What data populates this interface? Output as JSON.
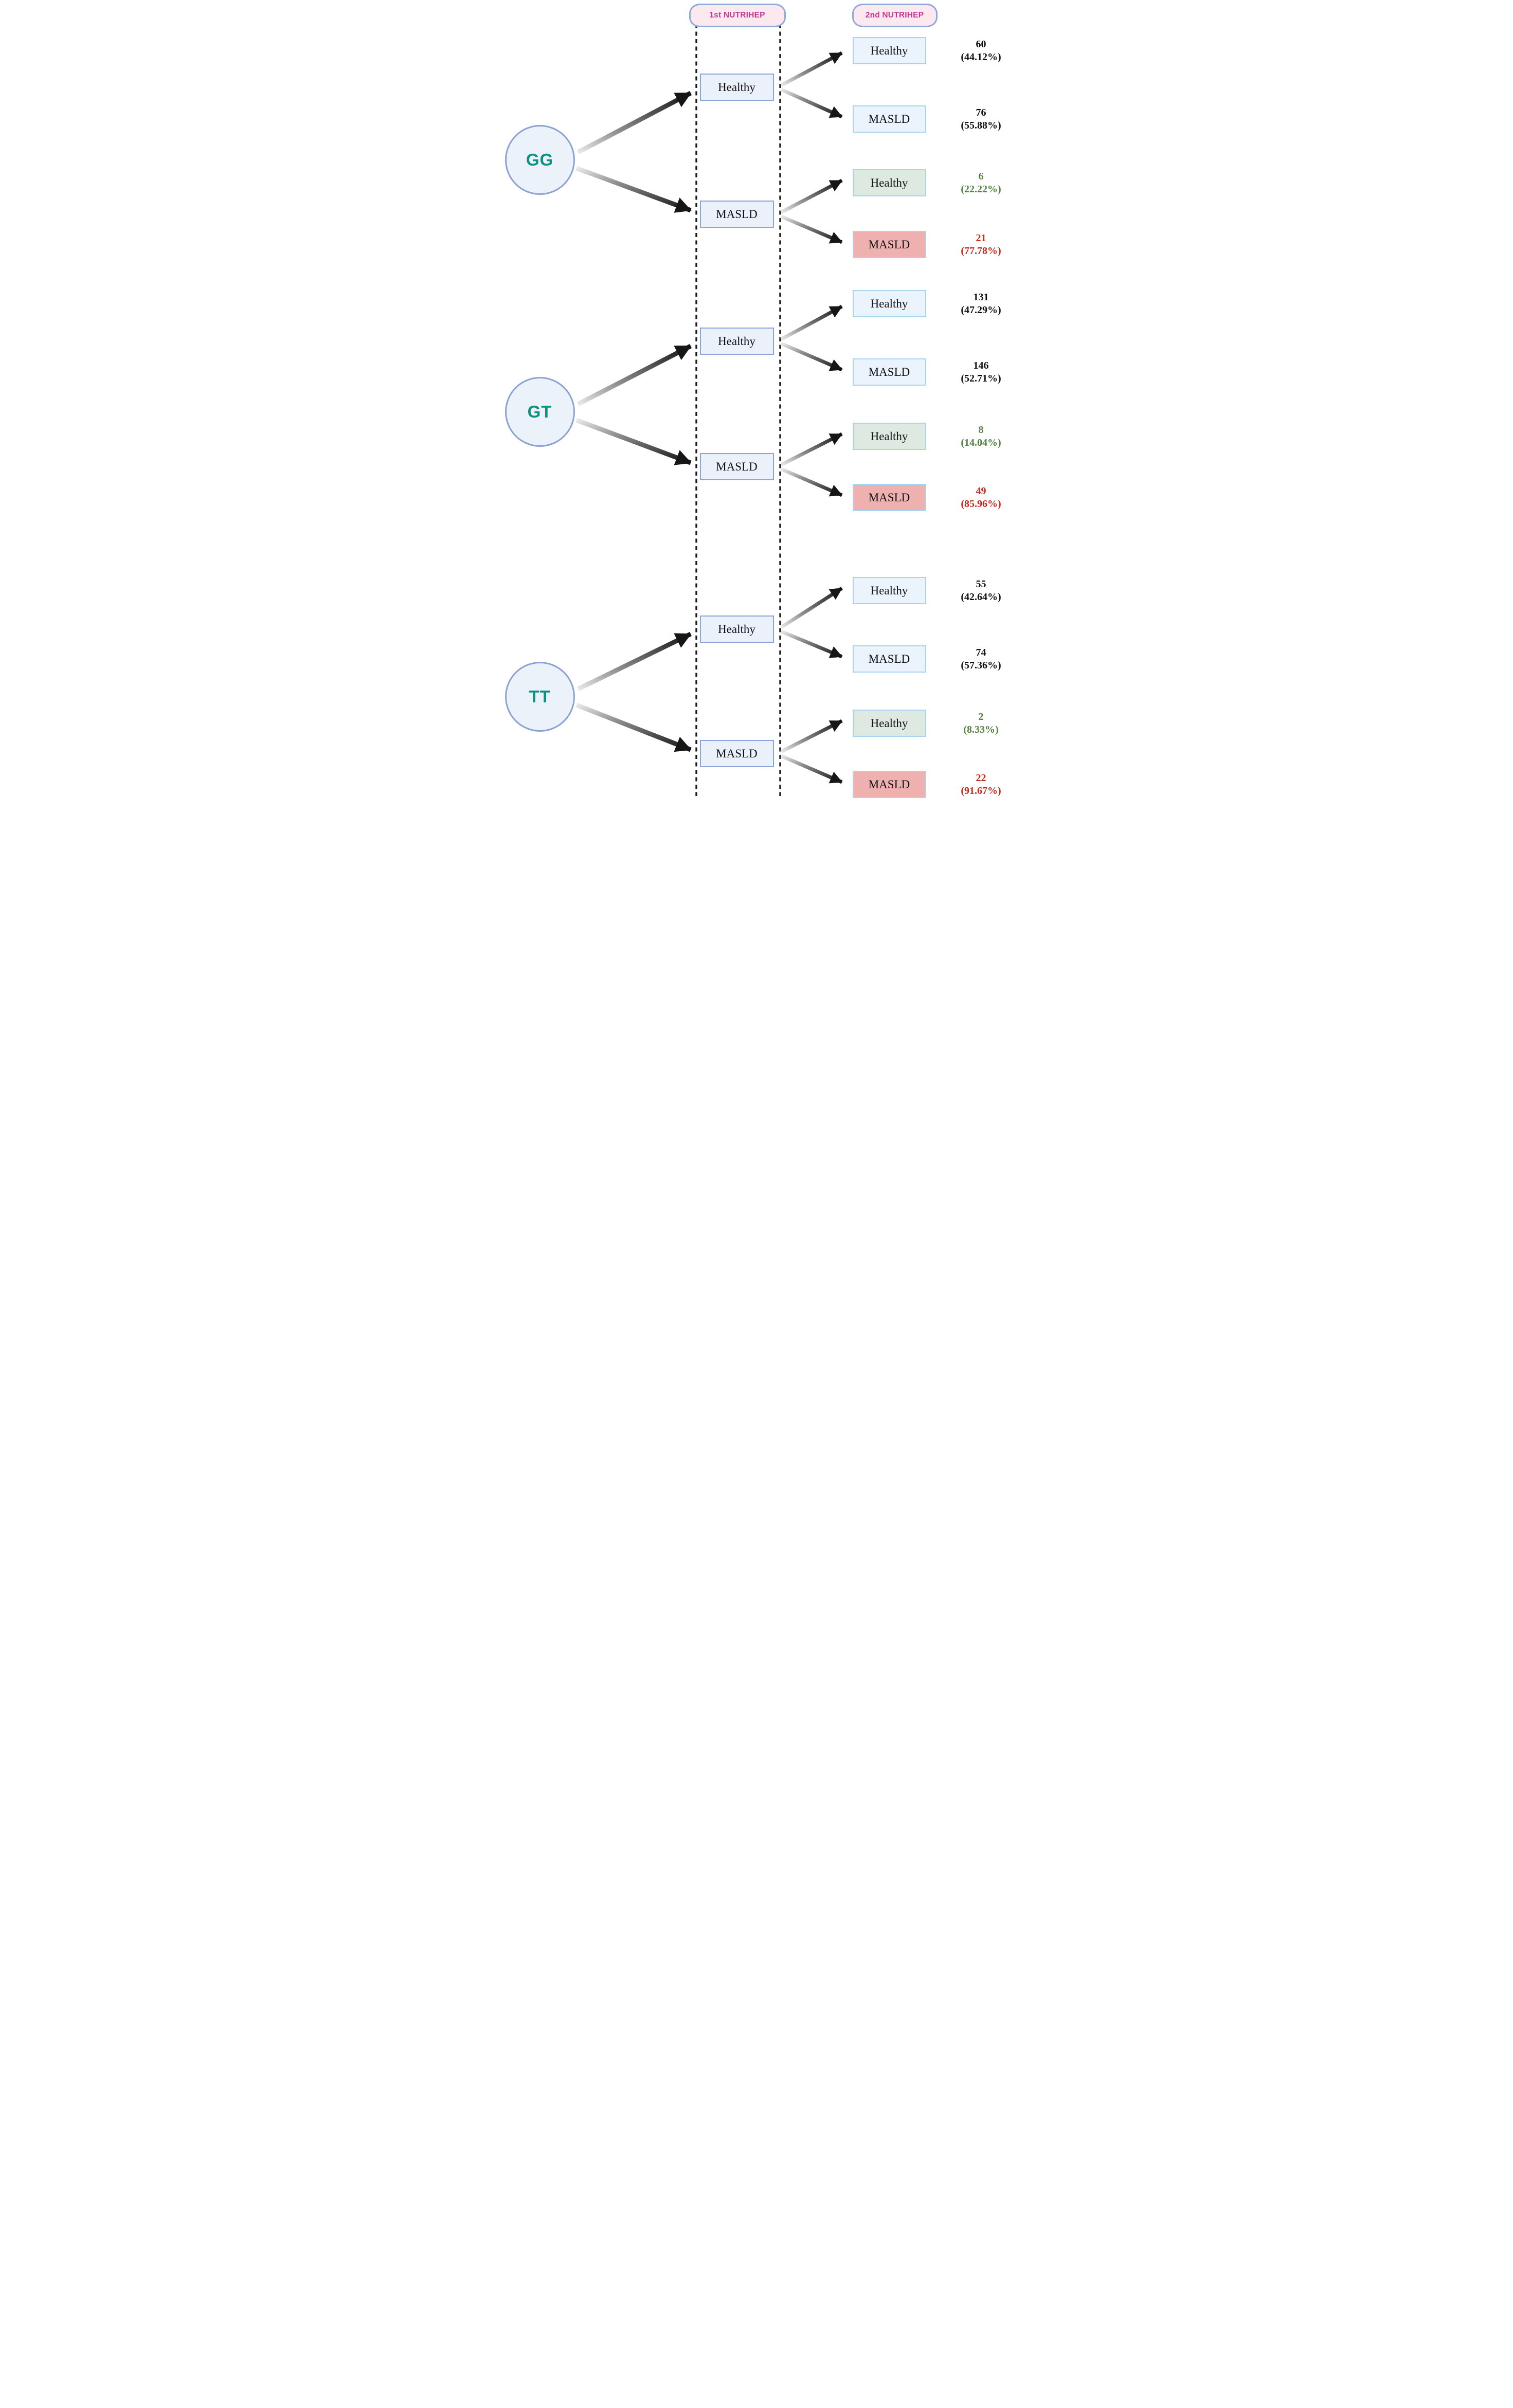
{
  "columns": {
    "first": "1st NUTRIHEP",
    "second": "2nd NUTRIHEP"
  },
  "colors": {
    "pink_fill": "#fbe9ef",
    "pink_border": "#90a9dc",
    "badge_text": "#c23a96",
    "circle_fill": "#ebf2fa",
    "circle_border": "#8ca2d4",
    "genotype_text": "#0d9180",
    "box1_fill": "#eaf1fb",
    "box1_border": "#8ca5d8",
    "leaf_border": "#a8d4f2",
    "leaf_blue": "#ebf3fc",
    "leaf_green": "#dee9e2",
    "leaf_red": "#efb1b0",
    "good": "#53803f",
    "bad": "#c42a1e",
    "neutral": "#111111"
  },
  "tree": {
    "genotypes": [
      {
        "label": "GG",
        "branches": [
          {
            "visit1": "Healthy",
            "outcomes": [
              {
                "visit2": "Healthy",
                "count": "60",
                "percent": "(44.12%)",
                "tone": "neutral",
                "box": "blue"
              },
              {
                "visit2": "MASLD",
                "count": "76",
                "percent": "(55.88%)",
                "tone": "neutral",
                "box": "blue"
              }
            ]
          },
          {
            "visit1": "MASLD",
            "outcomes": [
              {
                "visit2": "Healthy",
                "count": "6",
                "percent": "(22.22%)",
                "tone": "good",
                "box": "green"
              },
              {
                "visit2": "MASLD",
                "count": "21",
                "percent": "(77.78%)",
                "tone": "bad",
                "box": "red"
              }
            ]
          }
        ]
      },
      {
        "label": "GT",
        "branches": [
          {
            "visit1": "Healthy",
            "outcomes": [
              {
                "visit2": "Healthy",
                "count": "131",
                "percent": "(47.29%)",
                "tone": "neutral",
                "box": "blue"
              },
              {
                "visit2": "MASLD",
                "count": "146",
                "percent": "(52.71%)",
                "tone": "neutral",
                "box": "blue"
              }
            ]
          },
          {
            "visit1": "MASLD",
            "outcomes": [
              {
                "visit2": "Healthy",
                "count": "8",
                "percent": "(14.04%)",
                "tone": "good",
                "box": "green"
              },
              {
                "visit2": "MASLD",
                "count": "49",
                "percent": "(85.96%)",
                "tone": "bad",
                "box": "red"
              }
            ]
          }
        ]
      },
      {
        "label": "TT",
        "branches": [
          {
            "visit1": "Healthy",
            "outcomes": [
              {
                "visit2": "Healthy",
                "count": "55",
                "percent": "(42.64%)",
                "tone": "neutral",
                "box": "blue"
              },
              {
                "visit2": "MASLD",
                "count": "74",
                "percent": "(57.36%)",
                "tone": "neutral",
                "box": "blue"
              }
            ]
          },
          {
            "visit1": "MASLD",
            "outcomes": [
              {
                "visit2": "Healthy",
                "count": "2",
                "percent": "(8.33%)",
                "tone": "good",
                "box": "green"
              },
              {
                "visit2": "MASLD",
                "count": "22",
                "percent": "(91.67%)",
                "tone": "bad",
                "box": "red"
              }
            ]
          }
        ]
      }
    ]
  }
}
